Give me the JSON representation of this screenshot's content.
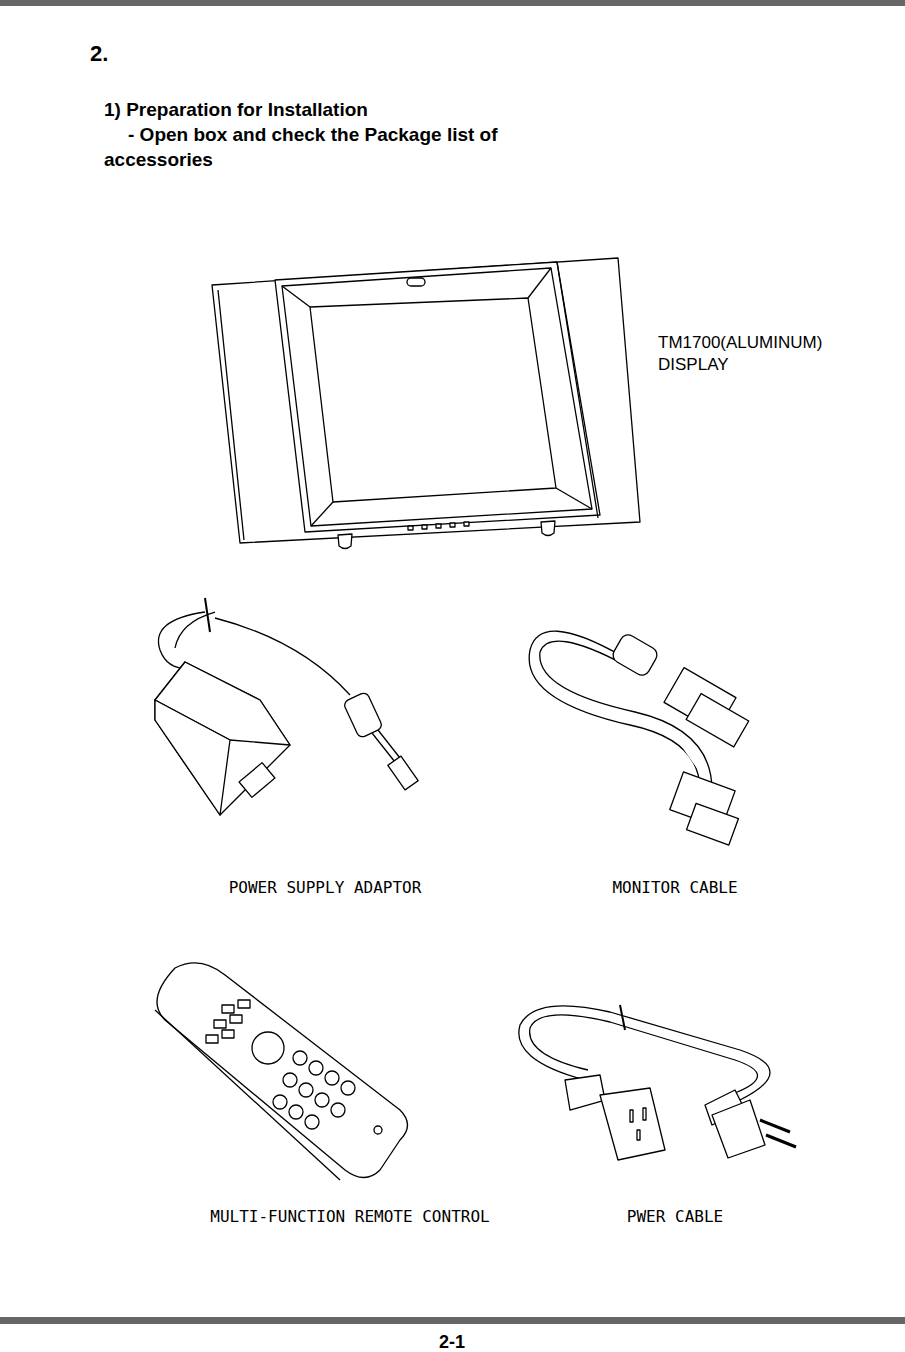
{
  "diagram": {
    "title": "2.",
    "labels": [
      "1) Preparation for Installation",
      "- Open box and check the Package list of accessories",
      "TM1700(ALUMINUM) DISPLAY",
      "POWER SUPPLY ADAPTOR",
      "MONITOR CABLE",
      "MULTI-FUNCTION REMOTE CONTROL",
      "PWER CABLE",
      "2-1"
    ]
  }
}
